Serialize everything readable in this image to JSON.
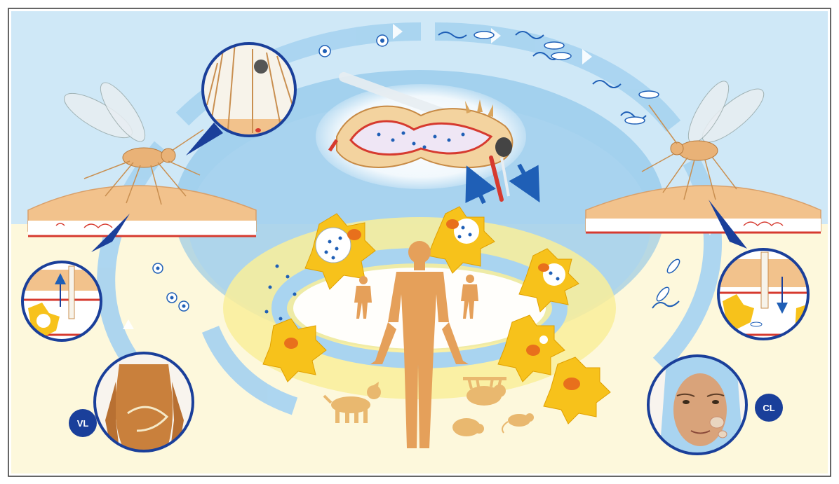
{
  "labels": {
    "vl": "VL",
    "cl": "CL"
  },
  "colors": {
    "cycle_arrow": "#a9d4f0",
    "sky": "#cce7f7",
    "ground": "#fdf6cf",
    "inner_ring": "#f9ee9a",
    "skin": "#f2c28c",
    "human": "#e5a05a",
    "macrophage": "#f7c21b",
    "nucleus": "#e8701c",
    "parasite": "#1f5fb6",
    "frame_blue": "#1a3f9a",
    "blood": "#d63a2f"
  },
  "icons": [
    "sandfly-left",
    "sandfly-right",
    "sandfly-gut-cross-section",
    "skin-bite-zoom",
    "proboscis-zoom",
    "human-figure",
    "dog-icon",
    "sloth-icon",
    "hedgehog-icon",
    "rodent-icon",
    "macrophage-cell",
    "amastigote",
    "promastigote",
    "vl-abdomen-inset",
    "cl-face-lesion-inset"
  ]
}
